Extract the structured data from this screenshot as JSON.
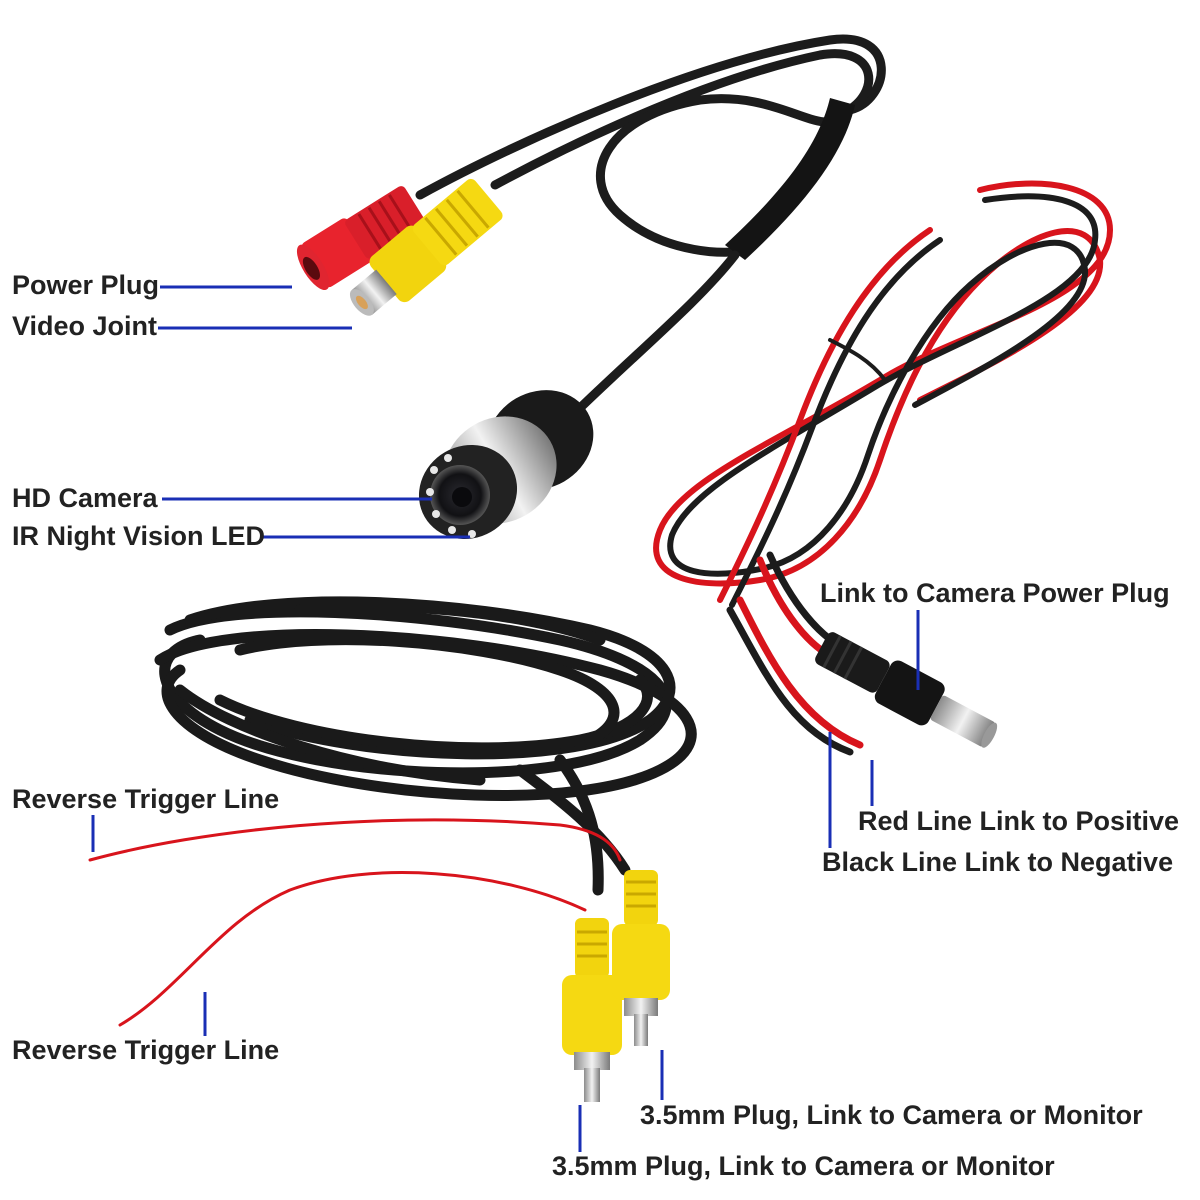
{
  "labels": {
    "power_plug": "Power Plug",
    "video_joint": "Video Joint",
    "hd_camera": "HD Camera",
    "ir_led": "IR Night Vision LED",
    "link_power_plug": "Link to Camera Power Plug",
    "red_line": "Red Line Link to Positive",
    "black_line": "Black Line Link to Negative",
    "reverse_trigger_1": "Reverse Trigger Line",
    "reverse_trigger_2": "Reverse Trigger Line",
    "plug_1": "3.5mm Plug, Link to Camera or Monitor",
    "plug_2": "3.5mm Plug, Link to Camera or Monitor"
  },
  "colors": {
    "leader": "#1a2fb5",
    "cable_black": "#1c1c1c",
    "cable_red": "#d8141c",
    "connector_yellow": "#f2d40e",
    "connector_red": "#e8232d",
    "metal": "#c9c9c9",
    "text": "#222222"
  }
}
